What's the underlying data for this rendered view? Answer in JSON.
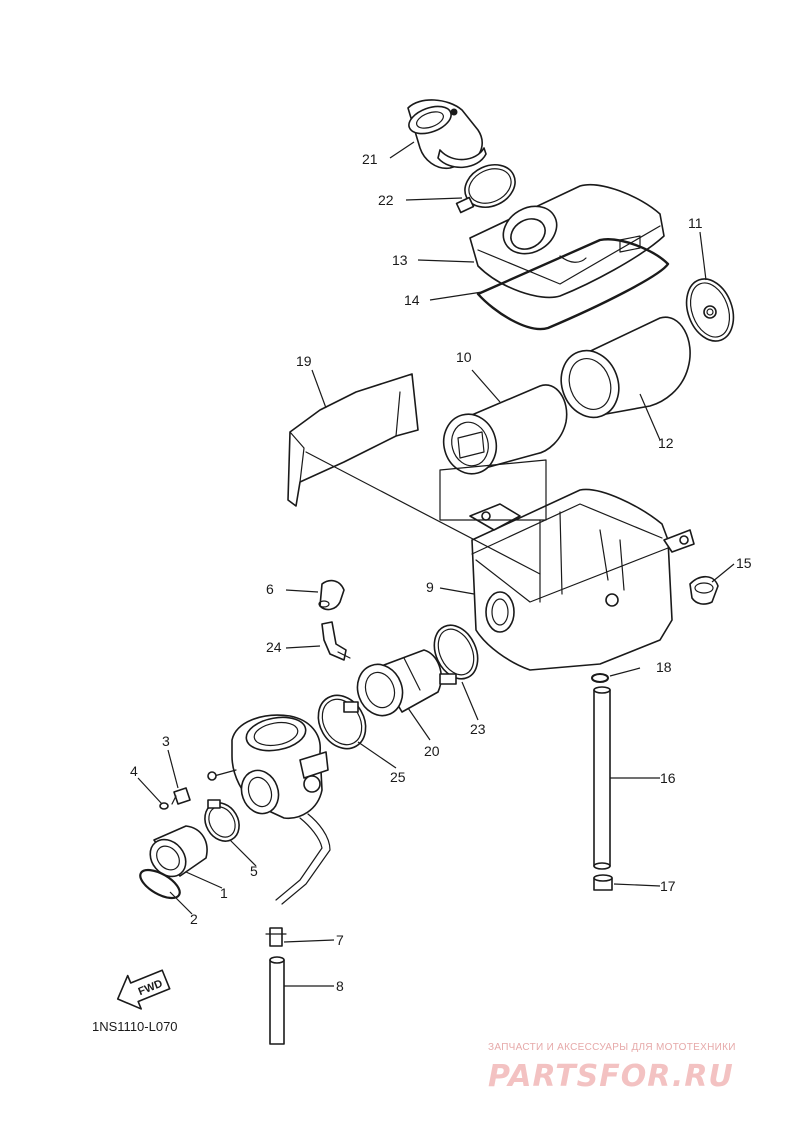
{
  "callouts": [
    {
      "id": "1",
      "label": "1"
    },
    {
      "id": "2",
      "label": "2"
    },
    {
      "id": "3",
      "label": "3"
    },
    {
      "id": "4",
      "label": "4"
    },
    {
      "id": "5",
      "label": "5"
    },
    {
      "id": "6",
      "label": "6"
    },
    {
      "id": "7",
      "label": "7"
    },
    {
      "id": "8",
      "label": "8"
    },
    {
      "id": "9",
      "label": "9"
    },
    {
      "id": "10",
      "label": "10"
    },
    {
      "id": "11",
      "label": "11"
    },
    {
      "id": "12",
      "label": "12"
    },
    {
      "id": "13",
      "label": "13"
    },
    {
      "id": "14",
      "label": "14"
    },
    {
      "id": "15",
      "label": "15"
    },
    {
      "id": "16",
      "label": "16"
    },
    {
      "id": "17",
      "label": "17"
    },
    {
      "id": "18",
      "label": "18"
    },
    {
      "id": "19",
      "label": "19"
    },
    {
      "id": "20",
      "label": "20"
    },
    {
      "id": "21",
      "label": "21"
    },
    {
      "id": "22",
      "label": "22"
    },
    {
      "id": "23",
      "label": "23"
    },
    {
      "id": "24",
      "label": "24"
    },
    {
      "id": "25",
      "label": "25"
    }
  ],
  "fwd_label": "FWD",
  "diagram_code": "1NS1110-L070",
  "watermark": {
    "tagline": "ЗАПЧАСТИ И АКСЕССУАРЫ ДЛЯ МОТОТЕХНИКИ",
    "brand": "PARTSFOR.RU",
    "color": "#e8a0a0"
  }
}
